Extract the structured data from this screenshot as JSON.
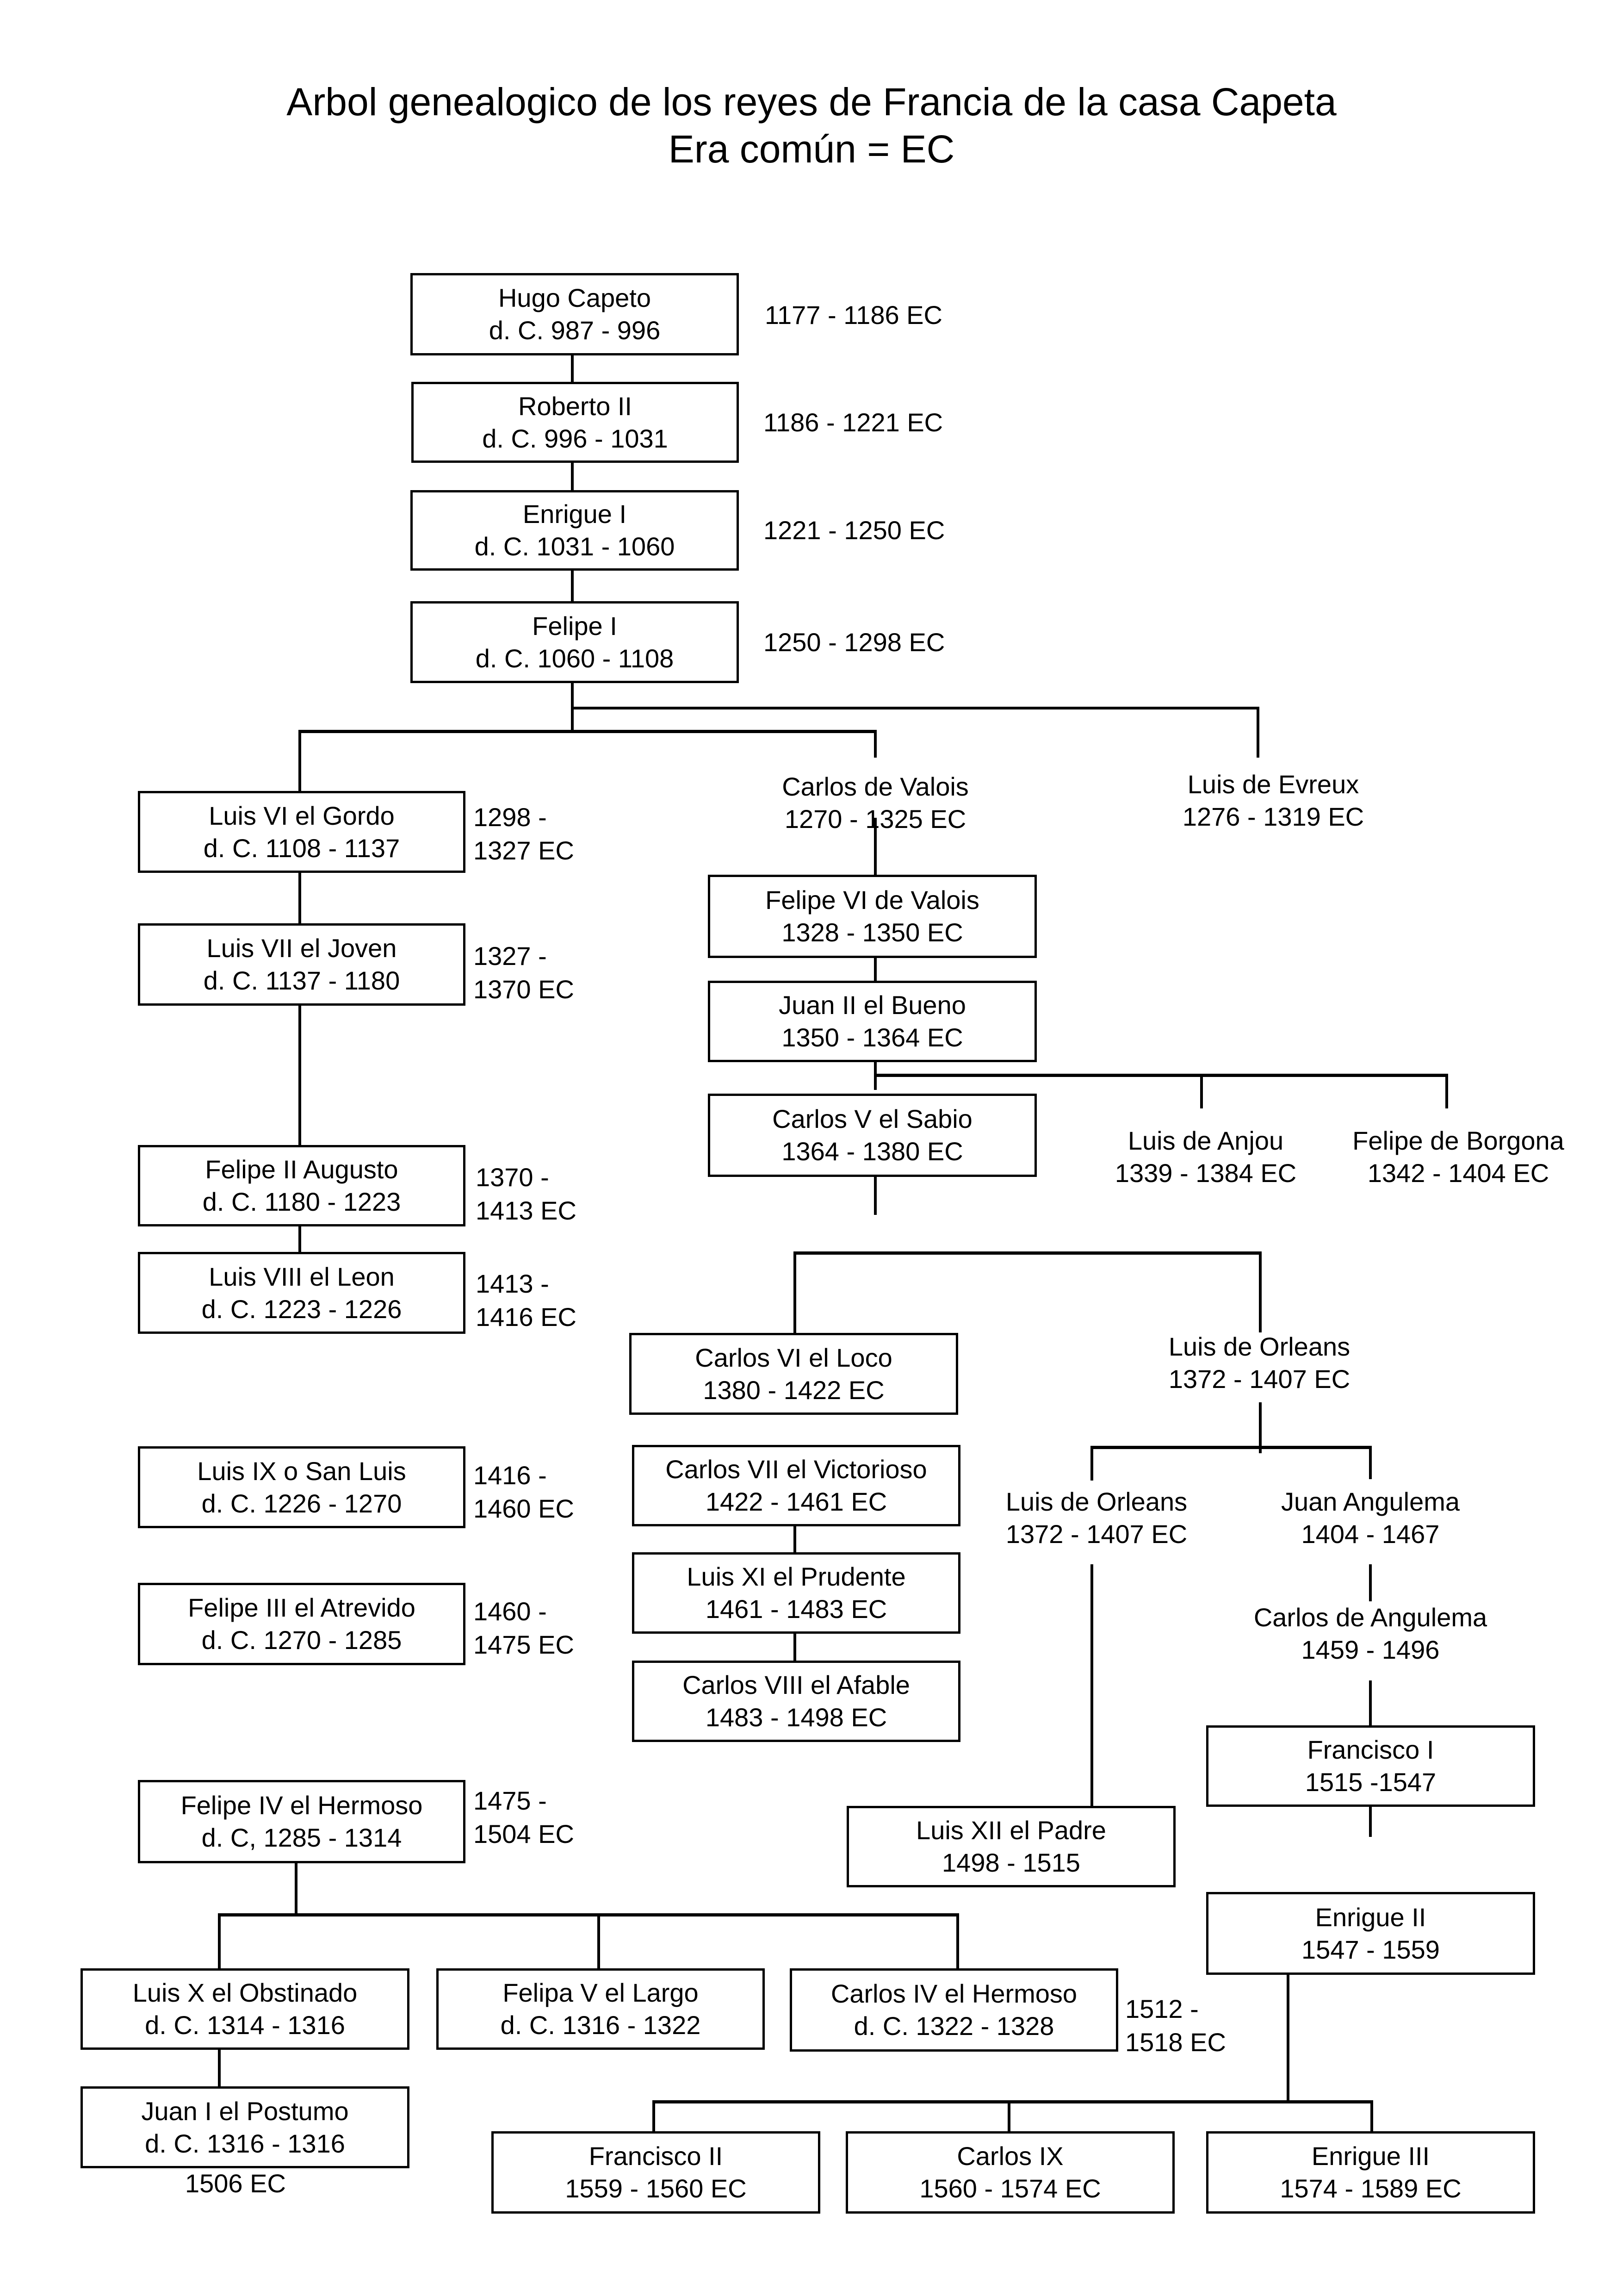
{
  "title": "Arbol genealogico de los reyes de Francia de la casa Capeta",
  "subtitle": "Era común = EC",
  "people": {
    "hugo": {
      "name": "Hugo Capeto",
      "dates": "d. C. 987 - 996",
      "era": "1177 - 1186 EC"
    },
    "roberto": {
      "name": "Roberto II",
      "dates": "d. C. 996 - 1031",
      "era": "1186 - 1221 EC"
    },
    "enrique1": {
      "name": "Enrigue I",
      "dates": "d. C. 1031 - 1060",
      "era": "1221 - 1250 EC"
    },
    "felipe1": {
      "name": "Felipe I",
      "dates": "d. C. 1060 - 1108",
      "era": "1250 - 1298 EC"
    },
    "luis6": {
      "name": "Luis VI el Gordo",
      "dates": "d. C. 1108 - 1137",
      "era1": "1298 -",
      "era2": "1327 EC"
    },
    "luis7": {
      "name": "Luis VII el Joven",
      "dates": "d. C. 1137 - 1180",
      "era1": "1327 -",
      "era2": "1370 EC"
    },
    "felipe2": {
      "name": "Felipe II Augusto",
      "dates": "d. C. 1180 - 1223",
      "era1": "1370 -",
      "era2": "1413 EC"
    },
    "luis8": {
      "name": "Luis VIII el Leon",
      "dates": "d. C. 1223 - 1226",
      "era1": "1413 -",
      "era2": "1416 EC"
    },
    "luis9": {
      "name": "Luis IX o San Luis",
      "dates": "d. C. 1226 - 1270",
      "era1": "1416 -",
      "era2": "1460 EC"
    },
    "felipe3": {
      "name": "Felipe III el Atrevido",
      "dates": "d. C. 1270 - 1285",
      "era1": "1460 -",
      "era2": "1475 EC"
    },
    "felipe4": {
      "name": "Felipe IV el Hermoso",
      "dates": "d. C, 1285 - 1314",
      "era1": "1475 -",
      "era2": "1504 EC"
    },
    "luis10": {
      "name": "Luis X el Obstinado",
      "dates": "d. C. 1314 - 1316"
    },
    "juan1": {
      "name": "Juan I el Postumo",
      "dates": "d. C. 1316 - 1316",
      "era": "1506 EC"
    },
    "felipe5": {
      "name": "Felipa V el Largo",
      "dates": "d. C. 1316 - 1322"
    },
    "carlos4": {
      "name": "Carlos IV el Hermoso",
      "dates": "d. C. 1322 - 1328",
      "era1": "1512 -",
      "era2": "1518 EC"
    },
    "carlosvalois": {
      "name": "Carlos de Valois",
      "dates": "1270 - 1325 EC"
    },
    "luisevreux": {
      "name": "Luis de Evreux",
      "dates": "1276 - 1319 EC"
    },
    "felipe6": {
      "name": "Felipe VI de Valois",
      "dates": "1328 - 1350 EC"
    },
    "juan2": {
      "name": "Juan II el Bueno",
      "dates": "1350 - 1364 EC"
    },
    "carlos5": {
      "name": "Carlos V el Sabio",
      "dates": "1364 - 1380 EC"
    },
    "luisanjou": {
      "name": "Luis de Anjou",
      "dates": "1339 - 1384 EC"
    },
    "felipeborgona": {
      "name": "Felipe de Borgona",
      "dates": "1342 - 1404 EC"
    },
    "carlos6": {
      "name": "Carlos VI el Loco",
      "dates": "1380 - 1422 EC"
    },
    "luisorleans1": {
      "name": "Luis de Orleans",
      "dates": "1372 - 1407 EC"
    },
    "carlos7": {
      "name": "Carlos VII el Victorioso",
      "dates": "1422 - 1461 EC"
    },
    "luis11": {
      "name": "Luis XI el Prudente",
      "dates": "1461 - 1483 EC"
    },
    "carlos8": {
      "name": "Carlos VIII el Afable",
      "dates": "1483 - 1498 EC"
    },
    "luisorleans2": {
      "name": "Luis de Orleans",
      "dates": "1372 - 1407 EC"
    },
    "juanangulema": {
      "name": "Juan Angulema",
      "dates": "1404 - 1467"
    },
    "carlosangulema": {
      "name": "Carlos de Angulema",
      "dates": "1459 - 1496"
    },
    "luis12": {
      "name": "Luis XII el Padre",
      "dates": "1498 - 1515"
    },
    "francisco1": {
      "name": "Francisco I",
      "dates": "1515 -1547"
    },
    "enrique2": {
      "name": "Enrigue II",
      "dates": "1547 - 1559"
    },
    "francisco2": {
      "name": "Francisco II",
      "dates": "1559 - 1560 EC"
    },
    "carlos9": {
      "name": "Carlos IX",
      "dates": "1560 - 1574 EC"
    },
    "enrique3": {
      "name": "Enrigue III",
      "dates": "1574 - 1589 EC"
    }
  }
}
